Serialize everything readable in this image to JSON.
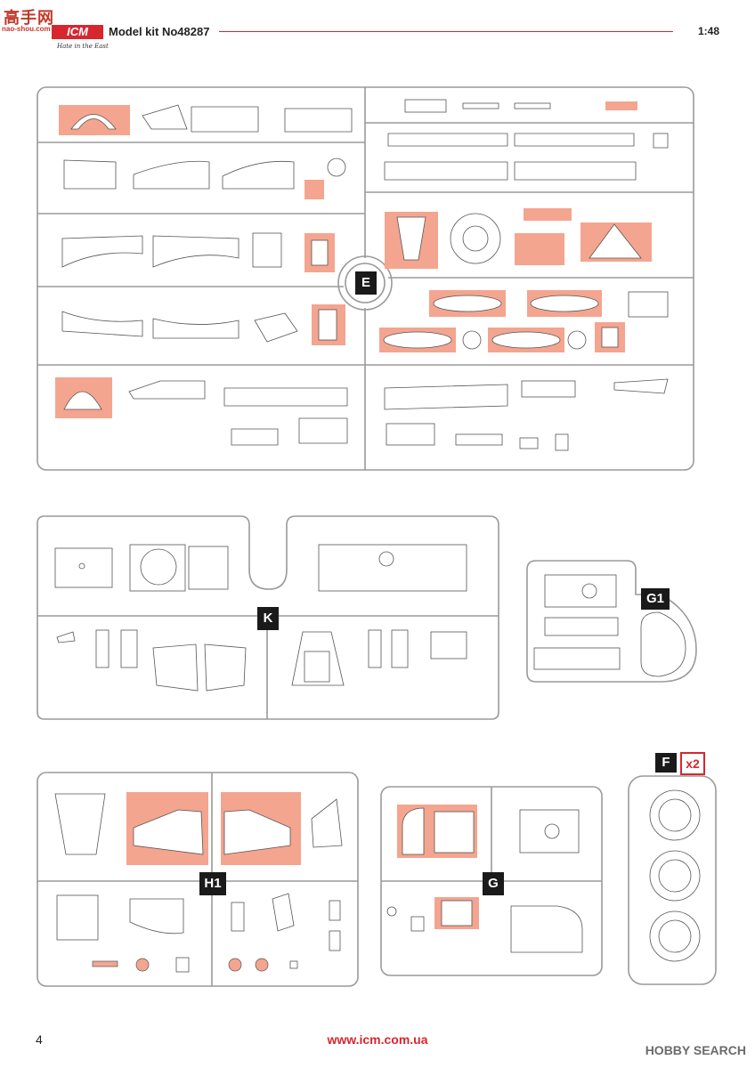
{
  "header": {
    "watermark_top": "高手网",
    "watermark_url": "nao-shou.com",
    "brand": "ICM",
    "brand_tagline": "Hate in the East",
    "kit_title": "Model kit No48287",
    "scale": "1:48"
  },
  "sprues": {
    "e_label": "E",
    "k_label": "K",
    "g1_label": "G1",
    "f_label": "F",
    "f_multiplier": "x2",
    "h1_label": "H1",
    "g_label": "G"
  },
  "footer": {
    "page_number": "4",
    "website": "www.icm.com.ua",
    "watermark": "HOBBY SEARCH"
  },
  "colors": {
    "highlight": "#f4a58f",
    "brand_red": "#d8262e",
    "line": "#9a9a9a"
  }
}
